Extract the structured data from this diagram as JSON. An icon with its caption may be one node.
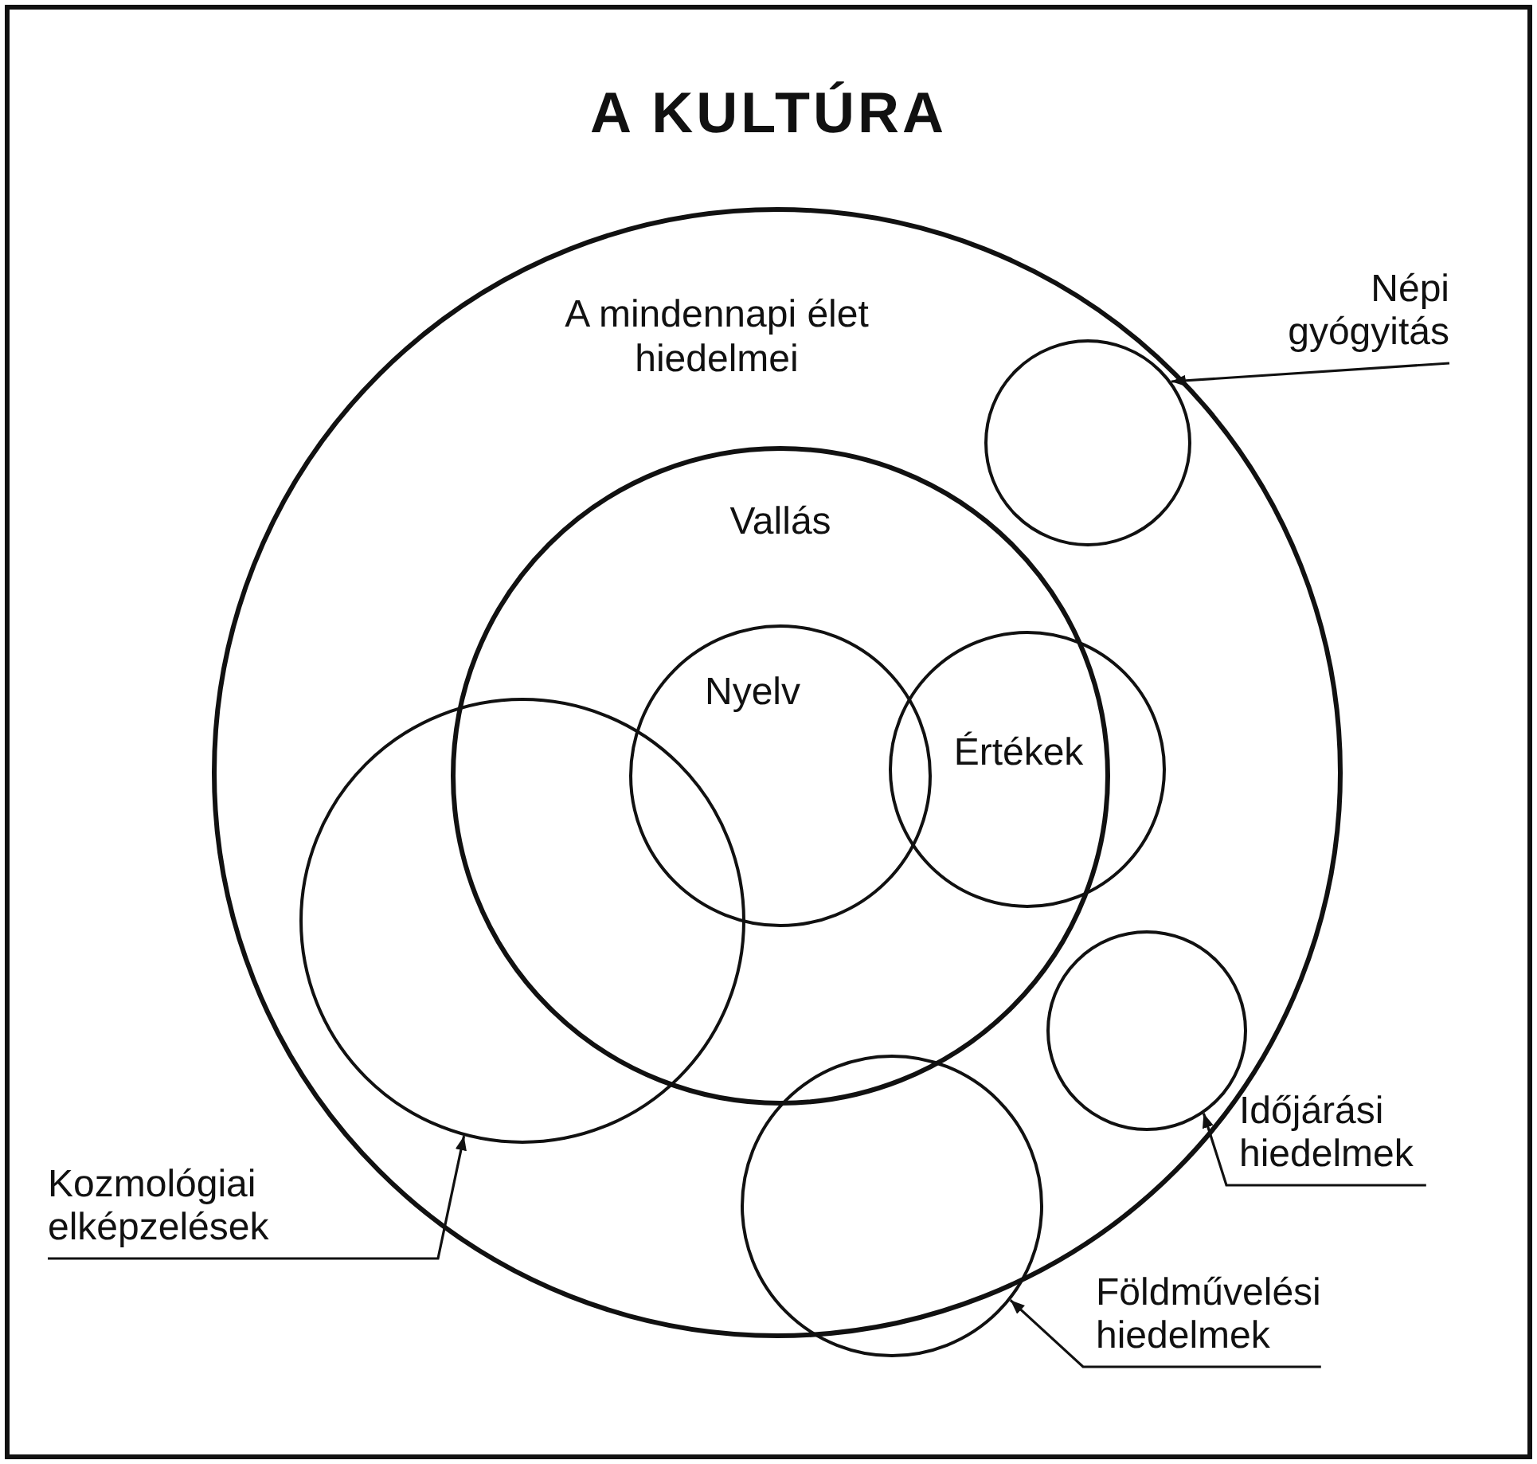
{
  "diagram": {
    "title": "A KULTÚRA",
    "nodes": [
      {
        "text": [
          "A mindennapi élet hiedelmei"
        ]
      },
      {
        "text": [
          "Népi gyógyitás"
        ]
      },
      {
        "text": [],
        "shape": "circle",
        "in": 0
      },
      {
        "text": [
          "Vallás"
        ],
        "in": 0
      },
      {
        "text": [
          "Nyelv"
        ],
        "in": 3
      },
      {
        "text": [
          "Értékek"
        ],
        "in": 0
      },
      {
        "text": [],
        "shape": "circle",
        "in": 0
      },
      {
        "text": [],
        "shape": "circle",
        "in": 0
      },
      {
        "text": [],
        "shape": "circle"
      },
      {
        "text": [
          "Kozmológiai elképzelések"
        ]
      },
      {
        "text": [
          "Időjárási hiedelmek"
        ]
      },
      {
        "text": [
          "Földművelési hiedelmek"
        ]
      }
    ],
    "edges": [
      {
        "from": 1,
        "to": 2,
        "arrow": "to"
      },
      {
        "from": 9,
        "to": 6,
        "arrow": "to"
      },
      {
        "from": 10,
        "to": 7,
        "arrow": "to"
      },
      {
        "from": 11,
        "to": 8,
        "arrow": "to"
      }
    ]
  }
}
